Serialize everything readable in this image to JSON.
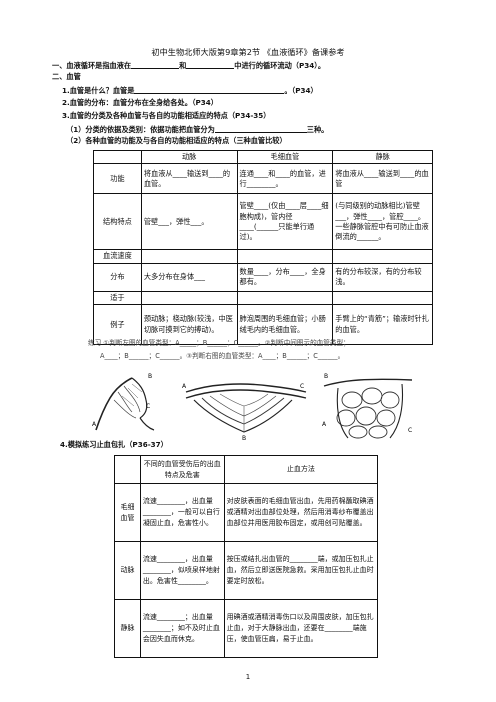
{
  "title": "初中生物北师大版第9章第2节 《血液循环》备课参考",
  "section1": {
    "prefix": "一、血液循环是指血液在",
    "mid": "和",
    "suffix": "中进行的循环流动（P34）。"
  },
  "section2": "二、血管",
  "q1": {
    "prefix": "1.血管是什么？血管是",
    "suffix": "。（P34）"
  },
  "q2": "2.血管的分布：血管分布在全身给各处。（P34）",
  "q3": "3.血管的分类及各种血管与各自的功能相适应的特点（P34-35）",
  "q3_1": {
    "prefix": "（1）分类的依据及类别：依据功能把血管分为",
    "suffix": "三种。"
  },
  "q3_2": "（2）各种血管的功能及与各自的功能相适应的特点（三种血管比较）",
  "table1": {
    "headers": [
      "动脉",
      "毛细血管",
      "静脉"
    ],
    "rows": [
      {
        "label": "功能",
        "cells": [
          "将血液从____输送到____的血管。",
          "连通____和____的血管，进行________。",
          "将血液从____输送到____的血管"
        ]
      },
      {
        "label": "结构特点",
        "cells": [
          "管壁___，弹性___。",
          "管壁____(仅由____层____细胞构成)，管内径____(______只能单行通过)。",
          "(与同级别的动脉相比)管壁___，弹性____，管腔____。一些静脉管腔中有可防止血液倒流的______。"
        ]
      },
      {
        "label": "血流速度",
        "cells": [
          "",
          "",
          ""
        ]
      },
      {
        "label": "分布",
        "cells": [
          "大多分布在身体___",
          "数量____，分布____，全身都有。",
          "有的分布较深，有的分布较浅。"
        ]
      },
      {
        "label": "适于",
        "cells": [
          "",
          "",
          ""
        ]
      },
      {
        "label": "例子",
        "cells": [
          "颈动脉；桡动脉(较浅，中医切脉可摸到它的搏动)。",
          "肺泡周围的毛细血管；小肠绒毛内的毛细血管。",
          "手臂上的“青筋”；输液时针扎的血管。"
        ]
      }
    ]
  },
  "practice": {
    "line1": "练习  ①判断左图的血管类型：A_____；B______；C______。②判断中间图示的血管类型；",
    "line2": "A____；B______；C______。③判断右图的血管类型：A____；B______；C______。"
  },
  "figure_labels": {
    "left": [
      "A",
      "B",
      "C"
    ],
    "middle": [
      "A",
      "B",
      "C"
    ],
    "right": [
      "B",
      "A",
      "C"
    ]
  },
  "q4": "4.模拟练习止血包扎（P36-37）",
  "table2": {
    "header_left": "不同的血管受伤后的出血特点及危害",
    "header_right": "止血方法",
    "rows": [
      {
        "label": "毛细血管",
        "feature": "流速________，出血量________，一般可以自行凝固止血，危害性小。",
        "method": "对皮肤表面的毛细血管出血，先用药棉蘸取碘酒或酒精对出血部位处理，然后用消毒纱布覆盖出血部位并用医用胶布固定，或用创可贴覆盖。"
      },
      {
        "label": "动脉",
        "feature": "流速________，出血量________，似喷泉样地射出。危害性________。",
        "method": "按压或结扎出血管的________端，或加压包扎止血，然后立即送医院急救。采用加压包扎止血时要定时放松。"
      },
      {
        "label": "静脉",
        "feature": "流速________；出血量________；如不及时止血会因失血而休克。",
        "method": "用碘酒或酒精消毒伤口以及周围皮肤，加压包扎止血，对于大静脉出血，还要在________端施压，使血管压扁，易于止血。"
      }
    ]
  },
  "page_number": "1"
}
